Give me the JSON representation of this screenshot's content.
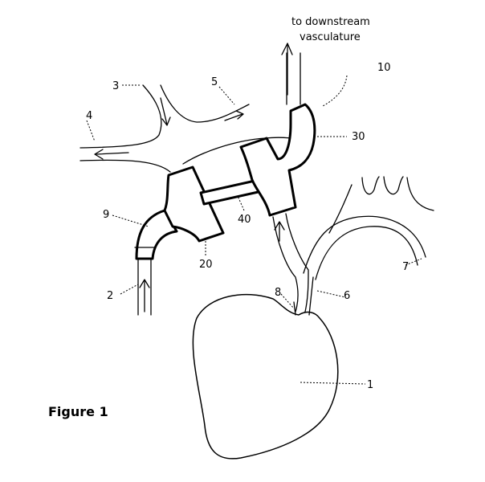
{
  "caption": "to downstream vasculature",
  "caption_lines": [
    "to downstream",
    "vasculature"
  ],
  "figure_label": "Figure 1",
  "labels": {
    "heart": "1",
    "inlet_vessel": "2",
    "vessel_3": "3",
    "vessel_4": "4",
    "vessel_5": "5",
    "vessel_6": "6",
    "aorta_7": "7",
    "vessel_8": "8",
    "connector_9": "9",
    "system_10": "10",
    "pump_20": "20",
    "housing_30": "30",
    "shaft_40": "40"
  }
}
